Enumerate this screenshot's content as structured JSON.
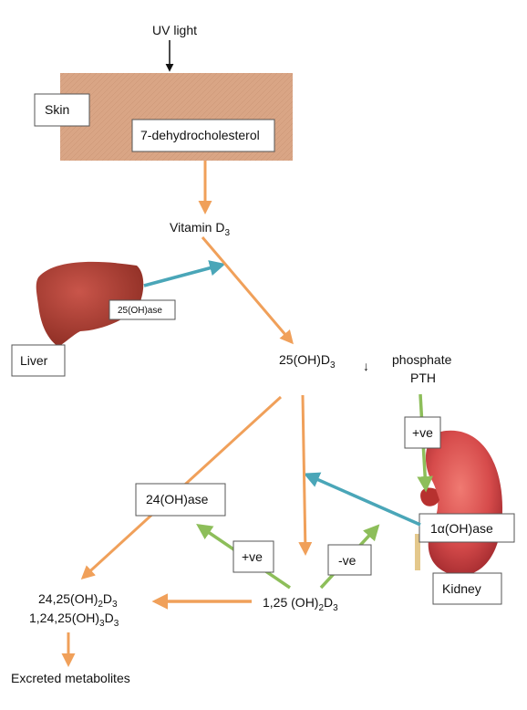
{
  "colors": {
    "orange": "#F0A05A",
    "teal": "#4AA6B8",
    "green": "#8DBE5A",
    "skin": "#D9A585",
    "liver": "#A93A2C",
    "kidney": "#D64B4B"
  },
  "labels": {
    "uv_light": "UV light",
    "skin": "Skin",
    "dehydrocholesterol": "7-dehydrocholesterol",
    "vitamin_d3": {
      "main": "Vitamin  D",
      "sub": "3"
    },
    "liver": "Liver",
    "enzyme_25": "25(OH)ase",
    "oh_d3": {
      "main": "25(OH)D",
      "sub": "3"
    },
    "down_arrow": "↓",
    "phosphate": "phosphate",
    "pth": "PTH",
    "plus_ve_kidney": "+ve",
    "enzyme_24": "24(OH)ase",
    "plus_ve_24": "+ve",
    "minus_ve": "-ve",
    "enzyme_1a": "1α(OH)ase",
    "kidney": "Kidney",
    "active_d3": {
      "a": "1,25 (OH)",
      "s1": "2",
      "b": "D",
      "s2": "3"
    },
    "metab1": {
      "a": "24,25(OH)",
      "s1": "2",
      "b": "D",
      "s2": "3"
    },
    "metab2": {
      "a": "1,24,25(OH)",
      "s1": "3",
      "b": "D",
      "s2": "3"
    },
    "excreted": "Excreted metabolites"
  }
}
